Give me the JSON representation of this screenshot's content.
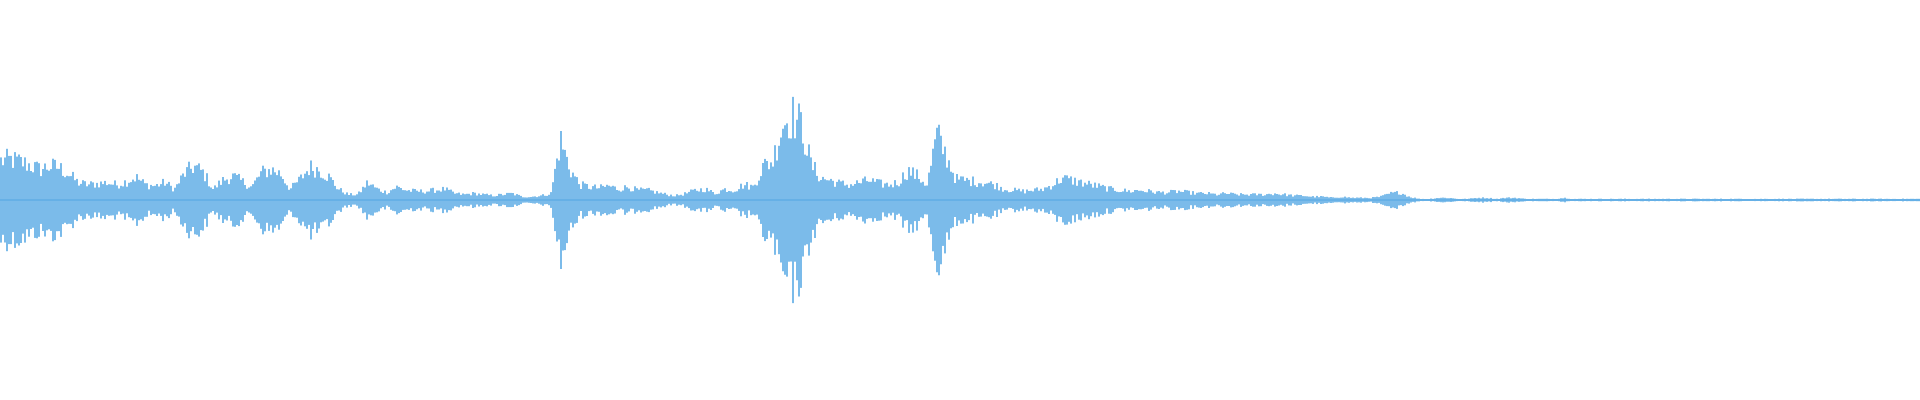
{
  "waveform": {
    "color": "#5AAAE4",
    "background": "#ffffff",
    "amplitude_envelope": [
      0.36,
      0.37,
      0.35,
      0.32,
      0.28,
      0.31,
      0.3,
      0.24,
      0.16,
      0.14,
      0.15,
      0.16,
      0.14,
      0.17,
      0.21,
      0.14,
      0.13,
      0.16,
      0.1,
      0.24,
      0.31,
      0.25,
      0.1,
      0.18,
      0.22,
      0.17,
      0.12,
      0.25,
      0.28,
      0.24,
      0.1,
      0.19,
      0.3,
      0.28,
      0.21,
      0.1,
      0.05,
      0.05,
      0.16,
      0.1,
      0.07,
      0.12,
      0.09,
      0.08,
      0.08,
      0.09,
      0.1,
      0.06,
      0.05,
      0.06,
      0.05,
      0.04,
      0.05,
      0.06,
      0.03,
      0.03,
      0.04,
      0.06,
      0.55,
      0.28,
      0.14,
      0.12,
      0.11,
      0.13,
      0.1,
      0.12,
      0.09,
      0.09,
      0.07,
      0.05,
      0.04,
      0.06,
      0.09,
      0.1,
      0.06,
      0.1,
      0.09,
      0.14,
      0.12,
      0.31,
      0.36,
      0.7,
      0.78,
      0.68,
      0.32,
      0.2,
      0.18,
      0.15,
      0.14,
      0.16,
      0.18,
      0.15,
      0.14,
      0.16,
      0.27,
      0.22,
      0.14,
      0.6,
      0.4,
      0.19,
      0.18,
      0.17,
      0.16,
      0.14,
      0.1,
      0.09,
      0.08,
      0.09,
      0.1,
      0.14,
      0.2,
      0.18,
      0.16,
      0.14,
      0.12,
      0.1,
      0.09,
      0.08,
      0.09,
      0.08,
      0.07,
      0.07,
      0.08,
      0.07,
      0.06,
      0.06,
      0.05,
      0.06,
      0.05,
      0.05,
      0.05,
      0.05,
      0.06,
      0.05,
      0.04,
      0.04,
      0.03,
      0.03,
      0.02,
      0.03,
      0.02,
      0.02,
      0.02,
      0.03,
      0.06,
      0.07,
      0.03,
      0.01,
      0.01,
      0.02,
      0.02,
      0.01,
      0.01,
      0.02,
      0.02,
      0.01,
      0.02,
      0.02,
      0.01,
      0.01,
      0.01,
      0.01,
      0.02,
      0.01,
      0.01,
      0.01,
      0.01,
      0.01,
      0.01,
      0.01,
      0.01,
      0.01,
      0.01,
      0.01,
      0.01,
      0.01,
      0.01,
      0.01,
      0.01,
      0.01,
      0.01,
      0.01,
      0.01,
      0.01,
      0.01,
      0.01,
      0.01,
      0.01,
      0.01,
      0.01,
      0.01,
      0.01,
      0.01,
      0.01,
      0.01,
      0.01,
      0.01,
      0.01,
      0.01,
      0.01
    ]
  }
}
